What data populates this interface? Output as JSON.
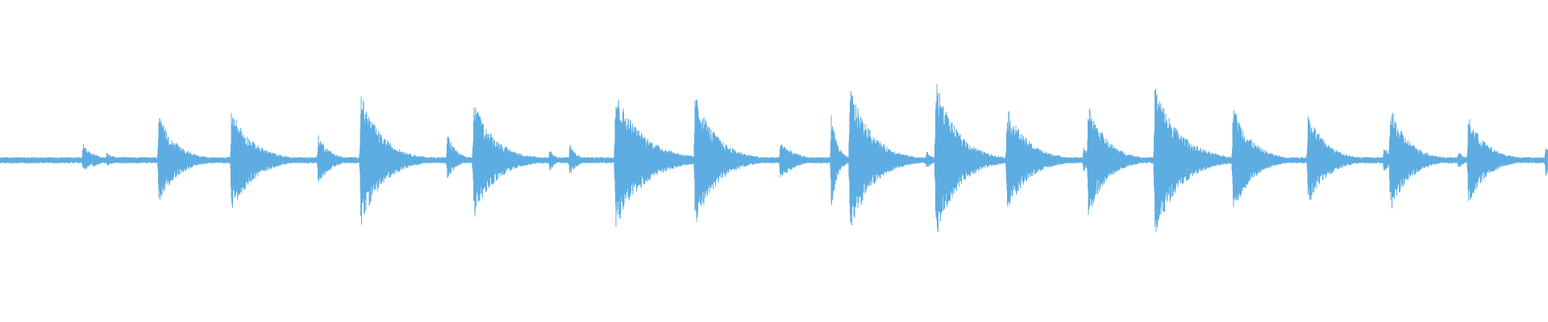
{
  "waveform": {
    "color": "#5dade2",
    "background": "#ffffff",
    "baseline_amplitude": 0.02,
    "transients": [
      {
        "t": 0.0535,
        "up": 0.11,
        "down": 0.08,
        "decay": 0.006
      },
      {
        "t": 0.06,
        "up": 0.05,
        "down": 0.05,
        "decay": 0.006
      },
      {
        "t": 0.069,
        "up": 0.05,
        "down": 0.04,
        "decay": 0.006
      },
      {
        "t": 0.1025,
        "up": 0.28,
        "down": 0.28,
        "decay": 0.012
      },
      {
        "t": 0.1495,
        "up": 0.32,
        "down": 0.34,
        "decay": 0.014
      },
      {
        "t": 0.2055,
        "up": 0.16,
        "down": 0.16,
        "decay": 0.008
      },
      {
        "t": 0.233,
        "up": 0.42,
        "down": 0.42,
        "decay": 0.014
      },
      {
        "t": 0.289,
        "up": 0.17,
        "down": 0.12,
        "decay": 0.006
      },
      {
        "t": 0.306,
        "up": 0.37,
        "down": 0.37,
        "decay": 0.014
      },
      {
        "t": 0.345,
        "up": 0.03,
        "down": 0.03,
        "decay": 0.004
      },
      {
        "t": 0.355,
        "up": 0.07,
        "down": 0.07,
        "decay": 0.004
      },
      {
        "t": 0.368,
        "up": 0.1,
        "down": 0.1,
        "decay": 0.005
      },
      {
        "t": 0.3975,
        "up": 0.44,
        "down": 0.44,
        "decay": 0.018
      },
      {
        "t": 0.449,
        "up": 0.42,
        "down": 0.42,
        "decay": 0.014
      },
      {
        "t": 0.504,
        "up": 0.12,
        "down": 0.12,
        "decay": 0.01
      },
      {
        "t": 0.537,
        "up": 0.3,
        "down": 0.3,
        "decay": 0.004
      },
      {
        "t": 0.549,
        "up": 0.47,
        "down": 0.47,
        "decay": 0.014
      },
      {
        "t": 0.5985,
        "up": 0.06,
        "down": 0.06,
        "decay": 0.004
      },
      {
        "t": 0.6045,
        "up": 0.5,
        "down": 0.5,
        "decay": 0.014
      },
      {
        "t": 0.6505,
        "up": 0.33,
        "down": 0.33,
        "decay": 0.014
      },
      {
        "t": 0.7,
        "up": 0.08,
        "down": 0.08,
        "decay": 0.005
      },
      {
        "t": 0.703,
        "up": 0.36,
        "down": 0.36,
        "decay": 0.012
      },
      {
        "t": 0.746,
        "up": 0.48,
        "down": 0.48,
        "decay": 0.016
      },
      {
        "t": 0.7965,
        "up": 0.35,
        "down": 0.35,
        "decay": 0.012
      },
      {
        "t": 0.845,
        "up": 0.3,
        "down": 0.3,
        "decay": 0.012
      },
      {
        "t": 0.894,
        "up": 0.08,
        "down": 0.08,
        "decay": 0.006
      },
      {
        "t": 0.898,
        "up": 0.34,
        "down": 0.34,
        "decay": 0.012
      },
      {
        "t": 0.942,
        "up": 0.06,
        "down": 0.06,
        "decay": 0.004
      },
      {
        "t": 0.9485,
        "up": 0.28,
        "down": 0.28,
        "decay": 0.012
      },
      {
        "t": 0.9985,
        "up": 0.12,
        "down": 0.12,
        "decay": 0.004
      }
    ]
  }
}
